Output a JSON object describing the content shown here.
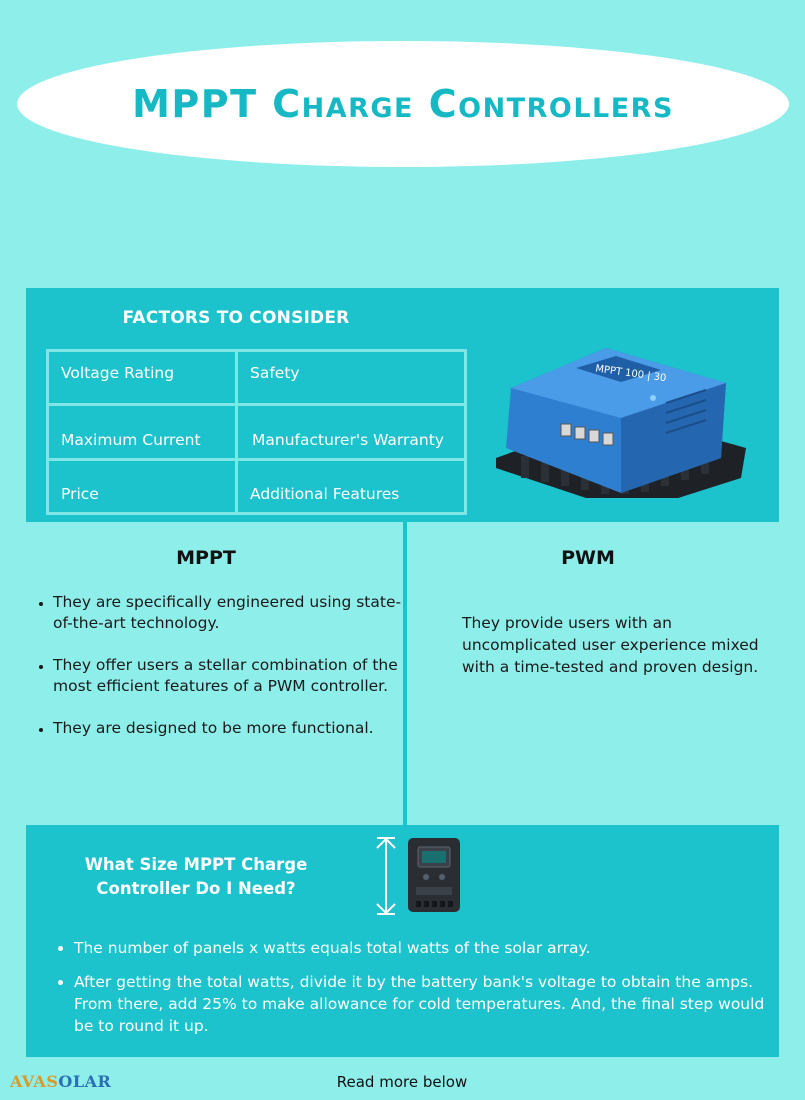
{
  "title": "MPPT Charge Controllers",
  "factors": {
    "heading": "FACTORS TO CONSIDER",
    "cells": [
      "Voltage Rating",
      "Safety",
      "Maximum Current",
      "Manufacturer's Warranty",
      "Price",
      "Additional Features"
    ],
    "product_label": "MPPT 100 | 30"
  },
  "mppt": {
    "heading": "MPPT",
    "points": [
      "They are specifically engineered using state-of-the-art technology.",
      "They offer users a stellar combination of the most efficient features of a PWM controller.",
      "They are designed to be more functional."
    ]
  },
  "pwm": {
    "heading": "PWM",
    "text": "They provide users with an uncomplicated user experience mixed with a time-tested and proven design."
  },
  "size": {
    "heading": "What Size MPPT Charge Controller Do I Need?",
    "points": [
      "The number of panels x watts equals total watts of the solar array.",
      "After getting the total watts, divide it by the battery bank's voltage to obtain the amps. From there, add 25% to make allowance for cold temperatures. And, the final step would be to round it up."
    ]
  },
  "footer": {
    "logo_a": "AVAS",
    "logo_b": "O",
    "logo_c": "LAR",
    "read_more": "Read more below"
  },
  "colors": {
    "background": "#8eeeea",
    "panel": "#1cc2cc",
    "title": "#16b8c4"
  }
}
